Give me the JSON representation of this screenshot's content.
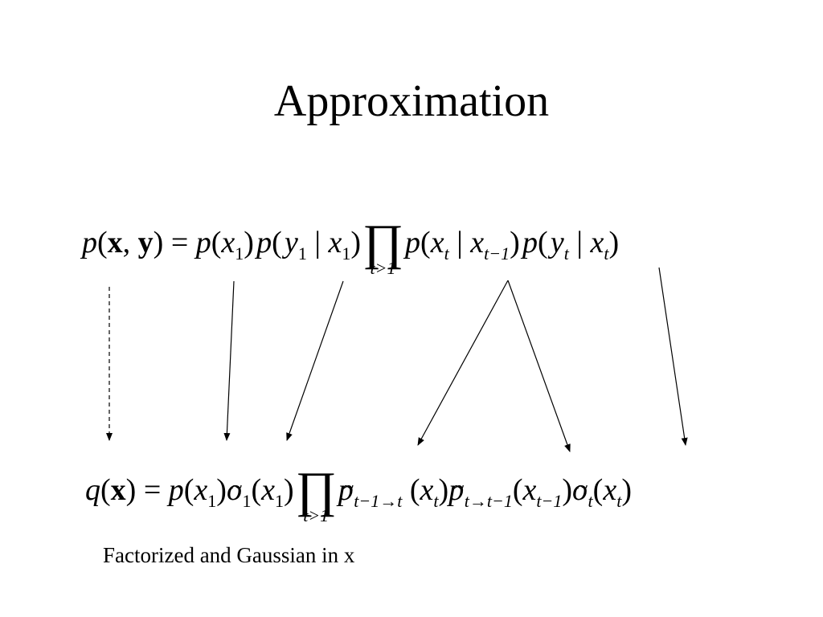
{
  "slide": {
    "title": "Approximation",
    "equation_top": {
      "p": "p",
      "lp": "(",
      "rp": ")",
      "x_bold": "x",
      "y_bold": "y",
      "comma": ",",
      "equals": "=",
      "bar": "|",
      "x": "x",
      "y": "y",
      "sub_1": "1",
      "sub_t": "t",
      "sub_tminus1": "t−1",
      "prod": "∏",
      "prod_sub": "t>1"
    },
    "equation_bottom": {
      "q": "q",
      "lp": "(",
      "rp": ")",
      "x_bold": "x",
      "equals": "=",
      "p": "p",
      "o": "o",
      "tilde": "~",
      "x": "x",
      "sub_1": "1",
      "sub_t": "t",
      "sub_tminus1": "t−1",
      "sub_msg_fwd": "t−1→t",
      "sub_msg_bwd": "t→t−1",
      "prod": "∏",
      "prod_sub": "t>1"
    },
    "caption": "Factorized and Gaussian in x"
  }
}
